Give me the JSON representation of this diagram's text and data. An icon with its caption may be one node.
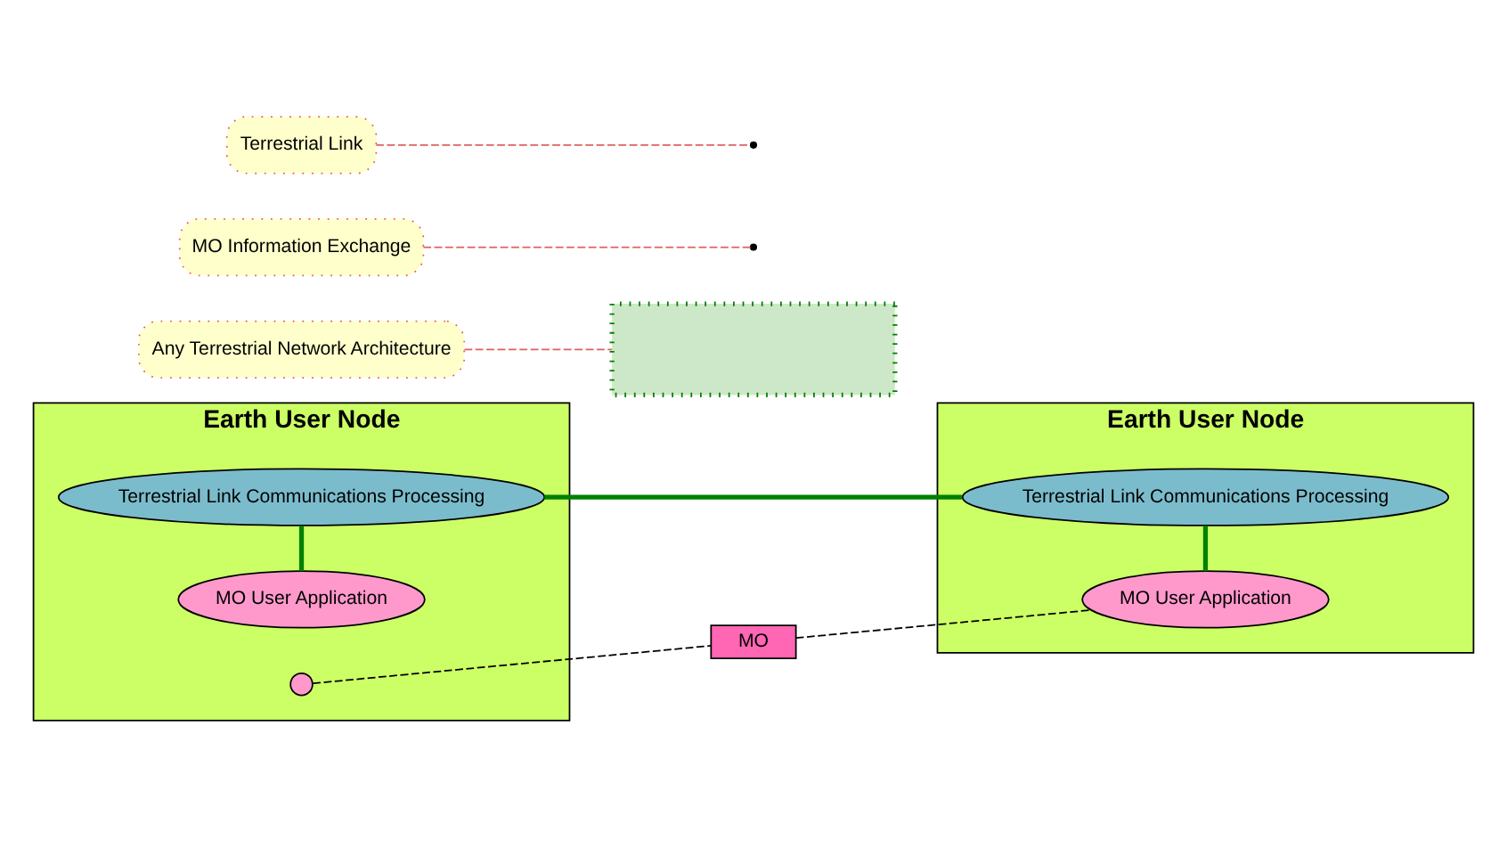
{
  "diagram": {
    "nodes": [
      {
        "text": [
          "Earth User Node"
        ]
      },
      {
        "text": [
          "MO User Application"
        ],
        "in": 0
      },
      {
        "text": [
          "Terrestrial Link Communications Processing"
        ],
        "in": 0
      },
      {
        "text": [
          "Earth User Node"
        ]
      },
      {
        "text": [
          "MO User Application"
        ],
        "in": 3
      },
      {
        "text": [
          "Terrestrial Link Communications Processing"
        ],
        "in": 3
      },
      {
        "text": [],
        "shape": "box"
      },
      {
        "text": [],
        "shape": "circle",
        "in": 0
      },
      {
        "text": [
          "MO"
        ]
      },
      {
        "text": [
          "MO Information Exchange"
        ]
      },
      {
        "text": [
          "Terrestrial Link"
        ]
      },
      {
        "text": [
          "Any Terrestrial Network Architecture"
        ]
      }
    ],
    "edges": [
      {
        "from": 1,
        "to": 2,
        "arrow": "none",
        "style": "thick",
        "color": "#008000"
      },
      {
        "from": 5,
        "to": 4,
        "arrow": "none",
        "style": "thick",
        "color": "#008000"
      },
      {
        "from": 2,
        "to": 5,
        "arrow": "none",
        "style": "thick",
        "color": "#008000"
      },
      {
        "from": 7,
        "to": 8,
        "arrow": "none",
        "style": "dashed",
        "color": "#000000"
      },
      {
        "from": 8,
        "to": 4,
        "arrow": "none",
        "style": "dashed",
        "color": "#000000"
      },
      {
        "from": 9,
        "to": null,
        "arrow": "none",
        "style": "dashed",
        "color": "#e06060"
      },
      {
        "from": 10,
        "to": null,
        "arrow": "none",
        "style": "dashed",
        "color": "#e06060"
      },
      {
        "from": 11,
        "to": 6,
        "arrow": "none",
        "style": "dashed",
        "color": "#e06060"
      }
    ]
  }
}
